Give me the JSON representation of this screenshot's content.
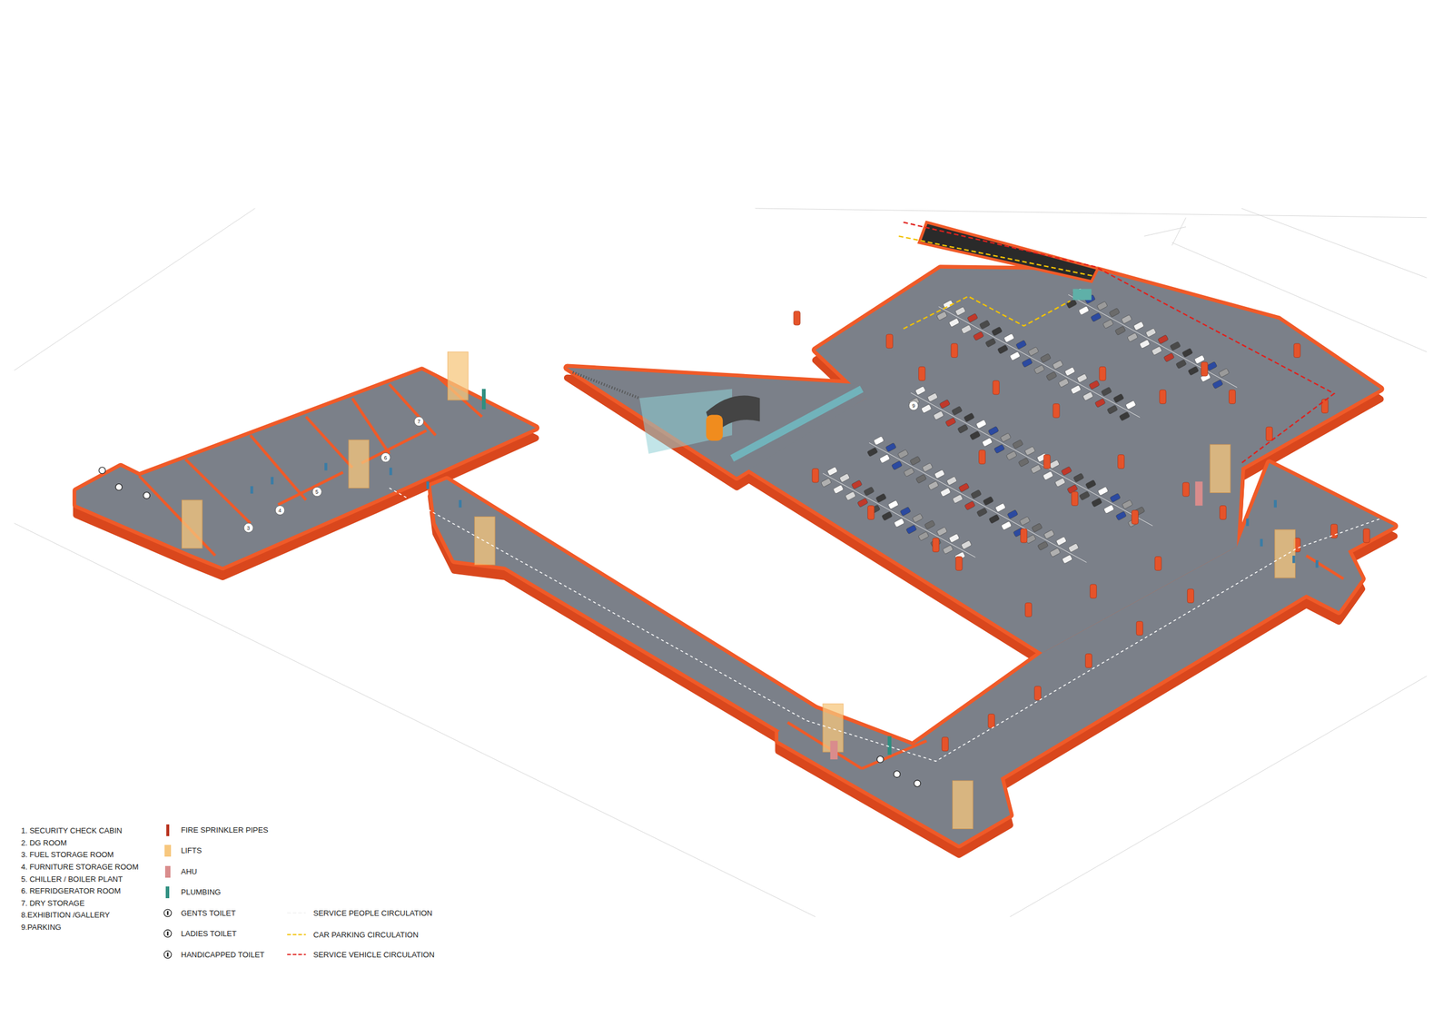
{
  "diagram": {
    "labels": [
      "1. SECURITY CHECK CABIN",
      "2. DG ROOM",
      "3. FUEL STORAGE ROOM",
      "4. FURNITURE STORAGE ROOM",
      "5. CHILLER / BOILER PLANT",
      "6. REFRIDGERATOR ROOM",
      "7. DRY STORAGE",
      "8.EXHIBITION /GALLERY",
      "9.PARKING",
      "3",
      "4",
      "5",
      "6",
      "7",
      "9"
    ],
    "legend": [
      {
        "text": "FIRE SPRINKLER PIPES",
        "color": "#b8321e"
      },
      {
        "text": "LIFTS",
        "color": "#f7c77e"
      },
      {
        "text": "AHU",
        "color": "#d98c8c"
      },
      {
        "text": "PLUMBING",
        "color": "#2f8f80"
      },
      {
        "text": "GENTS TOILET"
      },
      {
        "text": "LADIES TOILET"
      },
      {
        "text": "HANDICAPPED TOILET"
      },
      {
        "text": "SERVICE PEOPLE CIRCULATION"
      },
      {
        "text": "CAR PARKING CIRCULATION"
      },
      {
        "text": "SERVICE VEHICLE CIRCULATION"
      }
    ]
  }
}
